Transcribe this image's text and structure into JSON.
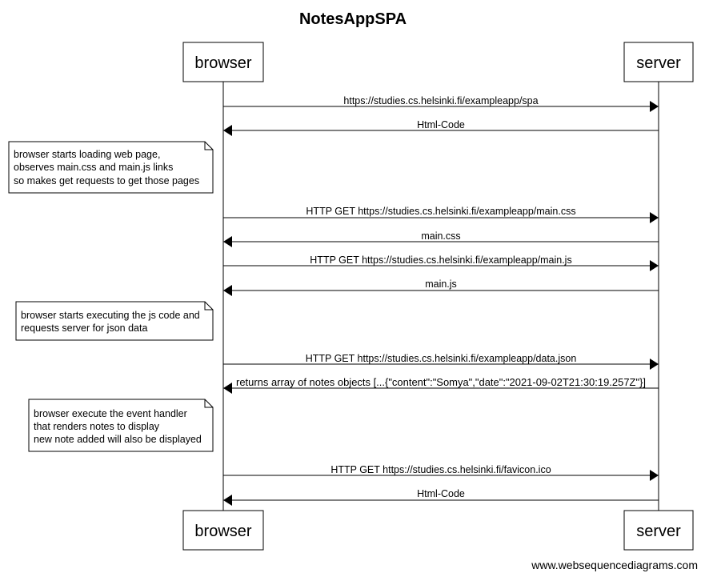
{
  "title": "NotesAppSPA",
  "actors": [
    "browser",
    "server"
  ],
  "messages": [
    {
      "from": "browser",
      "to": "server",
      "text": "https://studies.cs.helsinki.fi/exampleapp/spa"
    },
    {
      "from": "server",
      "to": "browser",
      "text": "Html-Code"
    },
    {
      "from": "browser",
      "to": "server",
      "text": "HTTP GET https://studies.cs.helsinki.fi/exampleapp/main.css"
    },
    {
      "from": "server",
      "to": "browser",
      "text": "main.css"
    },
    {
      "from": "browser",
      "to": "server",
      "text": "HTTP GET https://studies.cs.helsinki.fi/exampleapp/main.js"
    },
    {
      "from": "server",
      "to": "browser",
      "text": "main.js"
    },
    {
      "from": "browser",
      "to": "server",
      "text": "HTTP GET https://studies.cs.helsinki.fi/exampleapp/data.json"
    },
    {
      "from": "server",
      "to": "browser",
      "text": "returns array of notes objects [...{\"content\":\"Somya\",\"date\":\"2021-09-02T21:30:19.257Z\"}]"
    },
    {
      "from": "browser",
      "to": "server",
      "text": "HTTP GET https://studies.cs.helsinki.fi/favicon.ico"
    },
    {
      "from": "server",
      "to": "browser",
      "text": "Html-Code"
    }
  ],
  "notes": [
    {
      "side": "left of browser",
      "lines": [
        "browser starts loading web page,",
        "observes main.css and main.js links",
        "so makes get requests to get those pages"
      ]
    },
    {
      "side": "left of browser",
      "lines": [
        "browser starts executing the js code and",
        "requests server for json data"
      ]
    },
    {
      "side": "left of browser",
      "lines": [
        "browser execute the event handler",
        "that renders notes to display",
        "new note added will also be displayed"
      ]
    }
  ],
  "watermark": "www.websequencediagrams.com"
}
